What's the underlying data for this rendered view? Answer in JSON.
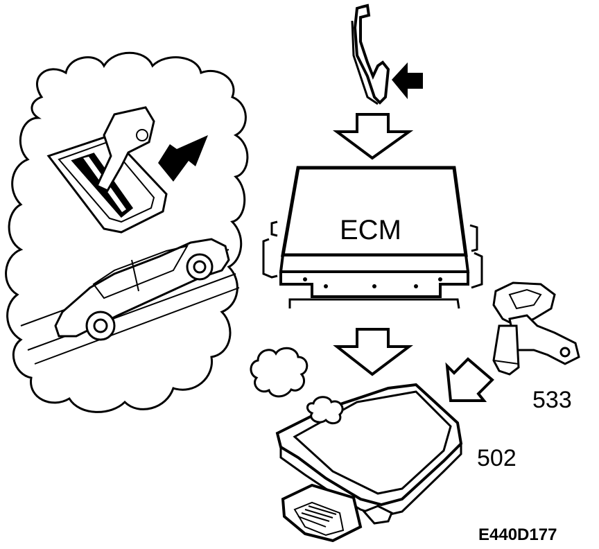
{
  "labels": {
    "ecm": "ECM",
    "part_533": "533",
    "part_502": "502",
    "figure_id": "E440D177"
  },
  "colors": {
    "ink": "#000000",
    "paper": "#ffffff"
  },
  "icons": {
    "thought_cloud": "thought-bubble-cloud",
    "gear_selector": "automatic-gear-selector-icon",
    "car": "car-on-uphill-icon",
    "pedal": "accelerator-pedal-icon",
    "ecm_box": "engine-control-module-icon",
    "tcm_box": "transmission-control-module-icon",
    "sensor": "speed-sensor-icon",
    "arrow_down": "outline-arrow-down-icon",
    "arrow_filled": "filled-arrow-icon",
    "small_cloud": "small-cloud-icon"
  }
}
